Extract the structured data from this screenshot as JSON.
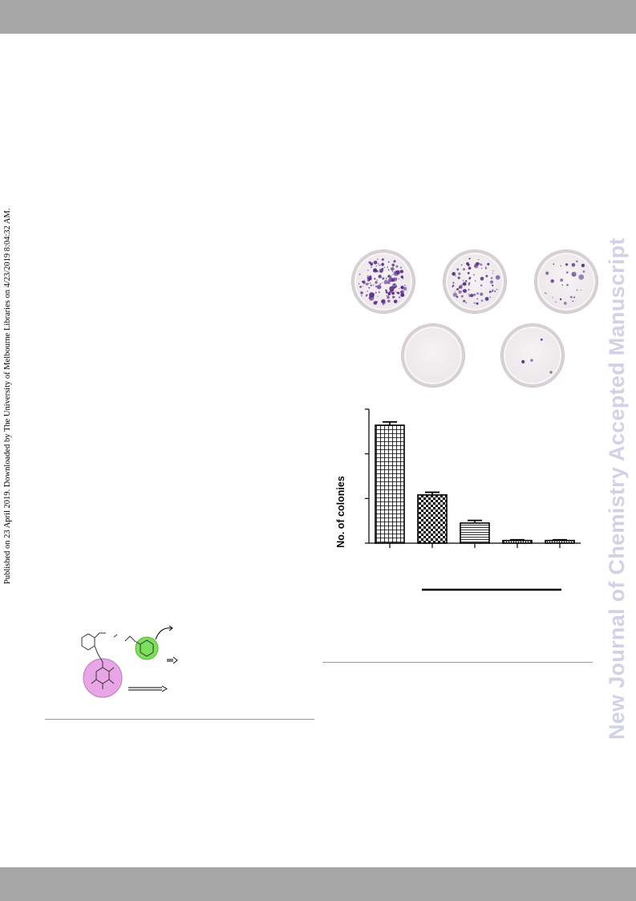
{
  "header": {
    "color": "#a6a6a6"
  },
  "footer": {
    "color": "#a6a6a6"
  },
  "side_note": "Published on 23 April 2019. Downloaded by The University of Melbourne Libraries on 4/23/2019 8:04:32 AM.",
  "watermark": "New Journal of Chemistry Accepted Manuscript",
  "colony_plates": [
    {
      "density": 1.0
    },
    {
      "density": 0.55
    },
    {
      "density": 0.2
    },
    {
      "density": 0.0
    },
    {
      "density": 0.02
    }
  ],
  "chart_data": {
    "type": "bar",
    "ylabel": "No. of colonies",
    "values": [
      0.88,
      0.36,
      0.15,
      0.02,
      0.02
    ],
    "errors": [
      0.025,
      0.02,
      0.02,
      0.005,
      0.005
    ],
    "ylim": [
      0,
      1
    ],
    "patterns": [
      "grid",
      "checker",
      "lines",
      "stipple",
      "stipple"
    ]
  },
  "colors": {
    "colony": "#5a2d8c",
    "scheme_pink": "#e8a6e6",
    "scheme_green": "#7de05a",
    "watermark": "#d0d3e6"
  }
}
